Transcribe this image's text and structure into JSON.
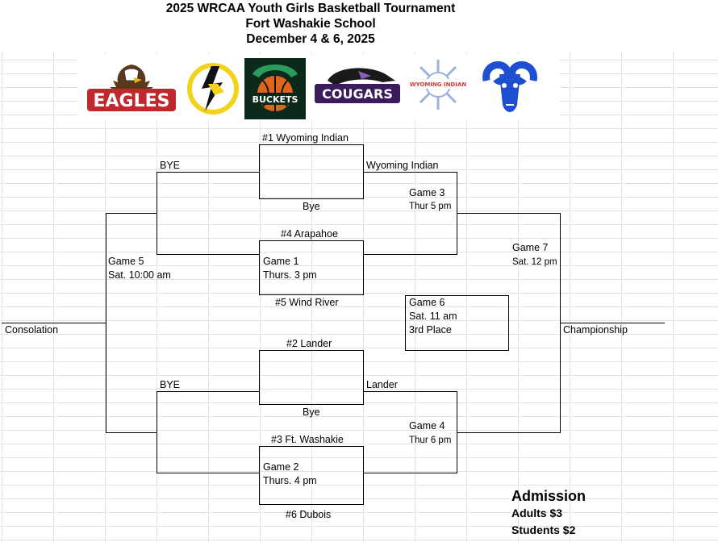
{
  "header": {
    "line1": "2025 WRCAA Youth Girls Basketball Tournament",
    "line2": "Fort Washakie School",
    "line3": "December 4 & 6, 2025"
  },
  "logos": [
    {
      "icon": "eagles-logo",
      "text": "EAGLES",
      "color": "#c0282d"
    },
    {
      "icon": "lightning-hawk-logo",
      "color": "#f2d21b"
    },
    {
      "icon": "buckets-club-logo",
      "text": "BUCKETS",
      "color": "#1a6b3c"
    },
    {
      "icon": "wind-river-cougars-logo",
      "text": "COUGARS",
      "color": "#5b2d82"
    },
    {
      "icon": "wyoming-indian-logo",
      "text": "WYOMING INDIAN",
      "color": "#d33a3a"
    },
    {
      "icon": "ram-logo",
      "color": "#1f4fd1"
    }
  ],
  "bracket": {
    "seed1": "#1  Wyoming Indian",
    "seed4": "#4 Arapahoe",
    "seed5": "#5   Wind River",
    "seed2": "#2 Lander",
    "seed3": "#3  Ft. Washakie",
    "seed6": "#6  Dubois",
    "bye_top": "BYE",
    "bye_bottom": "BYE",
    "bye_game_top": "Bye",
    "bye_game_bottom": "Bye",
    "winner_top": "Wyoming Indian",
    "winner_bottom": "Lander",
    "game1": {
      "name": "Game 1",
      "time": "Thurs. 3 pm"
    },
    "game2": {
      "name": "Game 2",
      "time": "Thurs. 4 pm"
    },
    "game3": {
      "name": "Game 3",
      "time": "Thur 5 pm"
    },
    "game4": {
      "name": "Game 4",
      "time": "Thur 6 pm"
    },
    "game5": {
      "name": "Game 5",
      "time": "Sat. 10:00 am"
    },
    "game6": {
      "name": "Game 6",
      "time": "Sat.  11 am",
      "note": "3rd Place"
    },
    "game7": {
      "name": "Game 7",
      "time": "Sat. 12 pm"
    },
    "consolation": "Consolation",
    "championship": "Championship"
  },
  "admission": {
    "title": "Admission",
    "adults": "Adults $3",
    "students": "Students $2"
  }
}
